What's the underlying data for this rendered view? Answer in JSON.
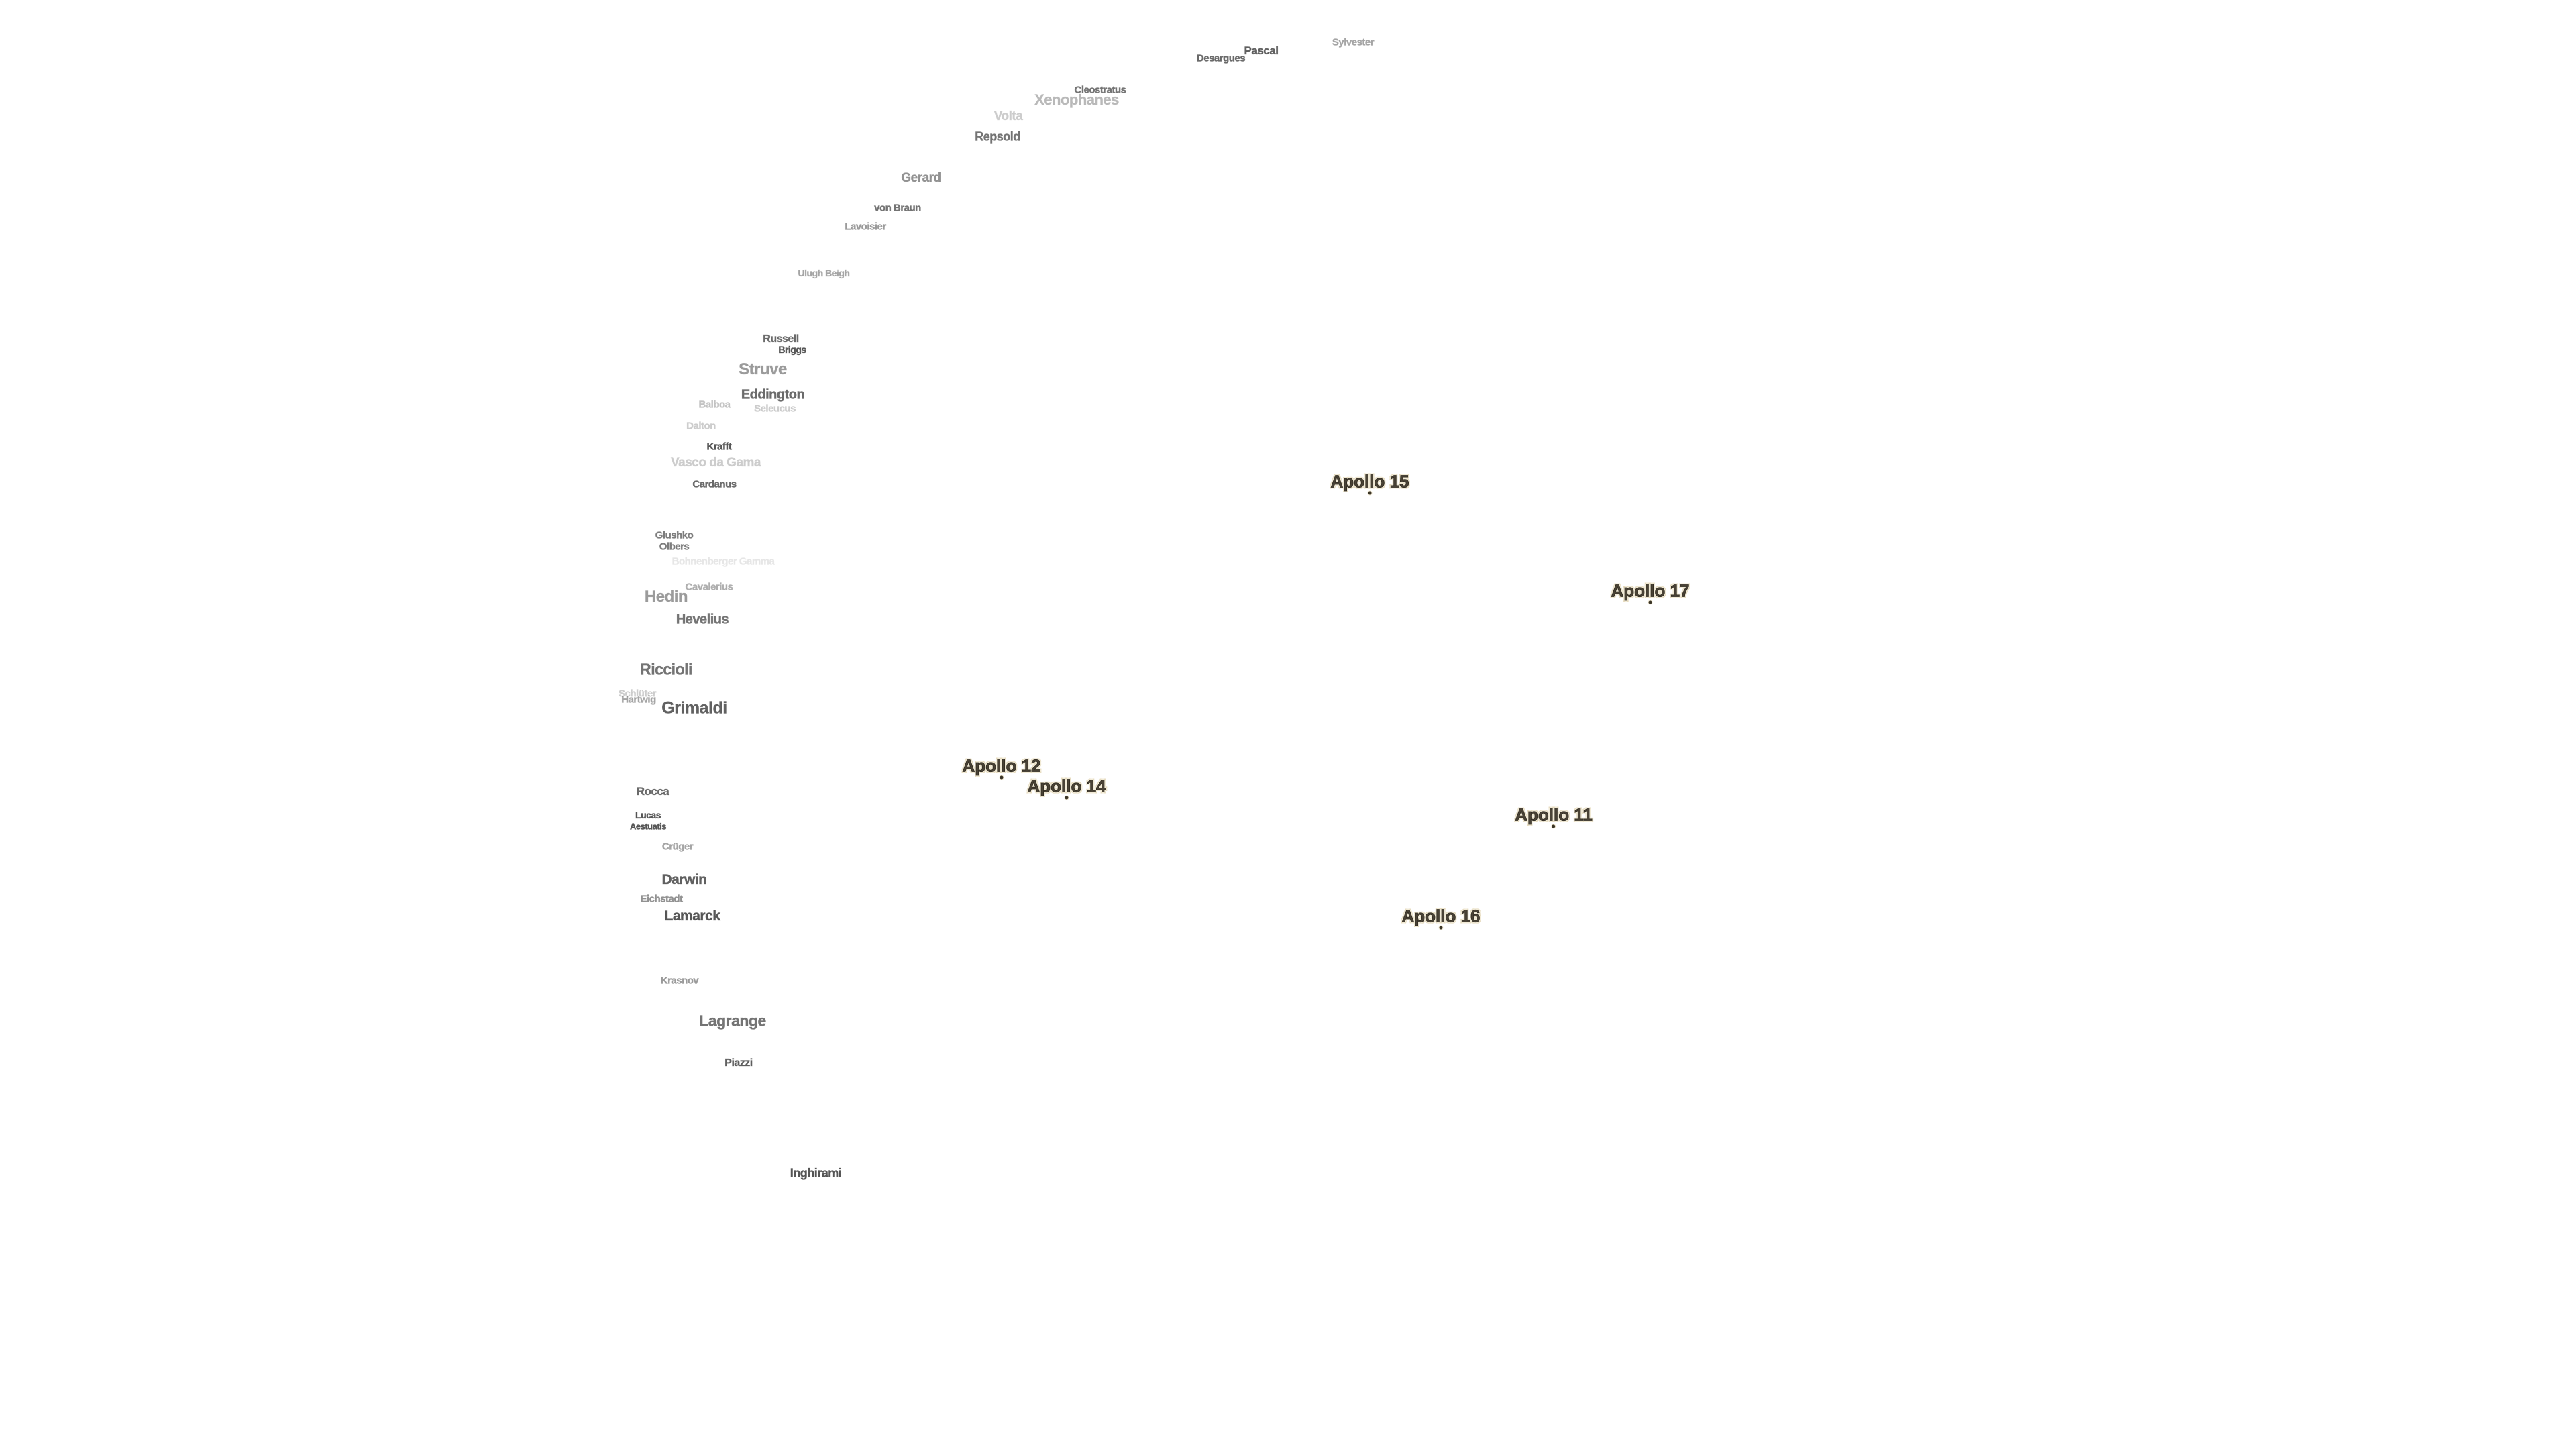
{
  "map": {
    "craters": [
      {
        "name": "Sylvester",
        "size": 15,
        "opacity": 0.45
      },
      {
        "name": "Pascal",
        "size": 17,
        "opacity": 0.8
      },
      {
        "name": "Desargues",
        "size": 15,
        "opacity": 0.75
      },
      {
        "name": "Cleostratus",
        "size": 15,
        "opacity": 0.7
      },
      {
        "name": "Xenophanes",
        "size": 22,
        "opacity": 0.35
      },
      {
        "name": "Volta",
        "size": 19,
        "opacity": 0.25
      },
      {
        "name": "Repsold",
        "size": 18,
        "opacity": 0.7
      },
      {
        "name": "Gerard",
        "size": 19,
        "opacity": 0.55
      },
      {
        "name": "von Braun",
        "size": 15,
        "opacity": 0.7
      },
      {
        "name": "Lavoisier",
        "size": 15,
        "opacity": 0.5
      },
      {
        "name": "Ulugh Beigh",
        "size": 14,
        "opacity": 0.45
      },
      {
        "name": "Russell",
        "size": 16,
        "opacity": 0.75
      },
      {
        "name": "Briggs",
        "size": 14,
        "opacity": 0.85
      },
      {
        "name": "Struve",
        "size": 24,
        "opacity": 0.5
      },
      {
        "name": "Eddington",
        "size": 20,
        "opacity": 0.75
      },
      {
        "name": "Balboa",
        "size": 15,
        "opacity": 0.3
      },
      {
        "name": "Seleucus",
        "size": 15,
        "opacity": 0.25
      },
      {
        "name": "Dalton",
        "size": 15,
        "opacity": 0.25
      },
      {
        "name": "Krafft",
        "size": 15,
        "opacity": 0.85
      },
      {
        "name": "Vasco da Gama",
        "size": 19,
        "opacity": 0.25
      },
      {
        "name": "Cardanus",
        "size": 15,
        "opacity": 0.75
      },
      {
        "name": "Glushko",
        "size": 15,
        "opacity": 0.65
      },
      {
        "name": "Olbers",
        "size": 15,
        "opacity": 0.65
      },
      {
        "name": "Bohnenberger Gamma",
        "size": 15,
        "opacity": 0.12
      },
      {
        "name": "Cavalerius",
        "size": 15,
        "opacity": 0.4
      },
      {
        "name": "Hedin",
        "size": 24,
        "opacity": 0.5
      },
      {
        "name": "Hevelius",
        "size": 20,
        "opacity": 0.7
      },
      {
        "name": "Riccioli",
        "size": 23,
        "opacity": 0.7
      },
      {
        "name": "Schlüter",
        "size": 15,
        "opacity": 0.25
      },
      {
        "name": "Hartwig",
        "size": 15,
        "opacity": 0.45
      },
      {
        "name": "Grimaldi",
        "size": 25,
        "opacity": 0.8
      },
      {
        "name": "Rocca",
        "size": 17,
        "opacity": 0.75
      },
      {
        "name": "Lucas",
        "size": 14,
        "opacity": 0.85
      },
      {
        "name": "Aestuatis",
        "size": 13,
        "opacity": 0.85
      },
      {
        "name": "Crüger",
        "size": 15,
        "opacity": 0.45
      },
      {
        "name": "Darwin",
        "size": 21,
        "opacity": 0.8
      },
      {
        "name": "Eichstadt",
        "size": 15,
        "opacity": 0.55
      },
      {
        "name": "Lamarck",
        "size": 21,
        "opacity": 0.85
      },
      {
        "name": "Krasnov",
        "size": 15,
        "opacity": 0.5
      },
      {
        "name": "Lagrange",
        "size": 23,
        "opacity": 0.7
      },
      {
        "name": "Piazzi",
        "size": 16,
        "opacity": 0.8
      },
      {
        "name": "Inghirami",
        "size": 18,
        "opacity": 0.85
      }
    ],
    "apollo_sites": [
      {
        "name": "Apollo 15"
      },
      {
        "name": "Apollo 17"
      },
      {
        "name": "Apollo 12"
      },
      {
        "name": "Apollo 14"
      },
      {
        "name": "Apollo 11"
      },
      {
        "name": "Apollo 16"
      }
    ]
  }
}
